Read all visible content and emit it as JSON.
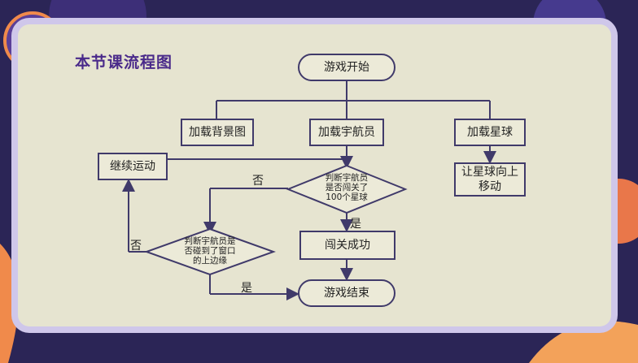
{
  "page_title": "本节课流程图",
  "nodes": {
    "start": "游戏开始",
    "load_bg": "加载背景图",
    "load_astronaut": "加载宇航员",
    "load_stars": "加载星球",
    "continue": "继续运动",
    "stars_move_up": "让星球向上\n移动",
    "decision_stars": "判断宇航员\n是否闯关了\n100个星球",
    "decision_edge": "判断宇航员是\n否碰到了窗口\n的上边缘",
    "success": "闯关成功",
    "end": "游戏结束"
  },
  "edge_labels": {
    "no_1": "否",
    "yes_1": "是",
    "no_2": "否",
    "yes_2": "是"
  },
  "colors": {
    "card": "#e6e4d0",
    "line": "#403a6a",
    "title": "#4a2a8a",
    "frame": "#cfc7ea"
  }
}
